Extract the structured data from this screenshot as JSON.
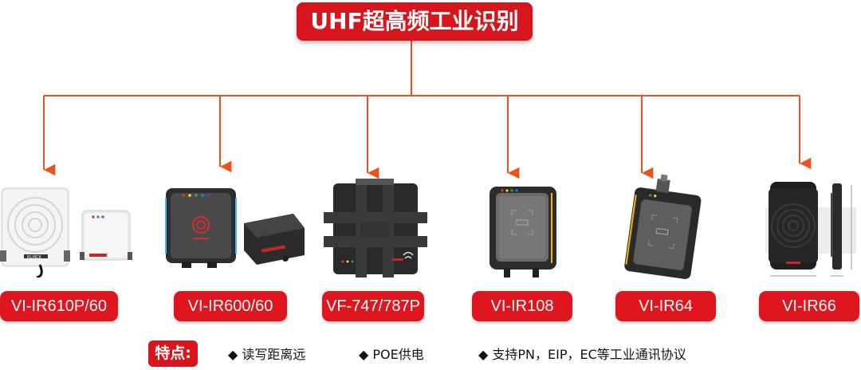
{
  "title": "UHF超高频工业识别",
  "products": [
    {
      "label": "VI-IR610P/60",
      "device_text": "RL/RCK"
    },
    {
      "label": "VI-IR600/60",
      "device_text": ""
    },
    {
      "label": "VF-747/787P",
      "device_text": ""
    },
    {
      "label": "VI-IR108",
      "device_text": ""
    },
    {
      "label": "VI-IR64",
      "device_text": ""
    },
    {
      "label": "VI-IR66",
      "device_text": ""
    }
  ],
  "features": {
    "heading": "特点:",
    "items": [
      "◆ 读写距离远",
      "◆ POE供电",
      "◆ 支持PN，EIP，EC等工业通讯协议"
    ]
  },
  "colors": {
    "accent": "#d8141c",
    "connector": "#e8541c"
  }
}
